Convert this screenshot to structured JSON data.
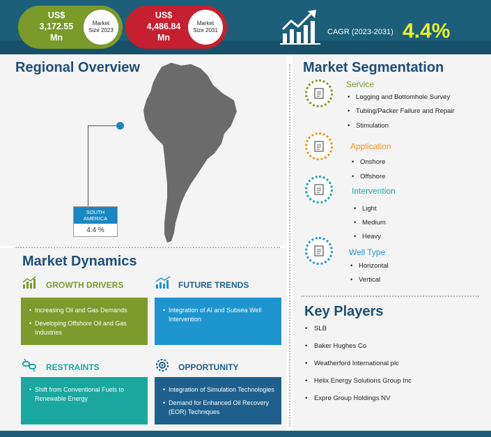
{
  "header": {
    "market_2023": {
      "value_line1": "US$",
      "value_line2": "3,172.55",
      "value_line3": "Mn",
      "label": "Market Size 2023",
      "color": "#7a9a2a"
    },
    "market_2031": {
      "value_line1": "US$",
      "value_line2": "4,486.84",
      "value_line3": "Mn",
      "label": "Market Size 2031",
      "color": "#c4202f"
    },
    "cagr_label": "CAGR (2023-2031)",
    "cagr_value": "4.4%",
    "cagr_icon": "growth-chart-icon"
  },
  "regional": {
    "title": "Regional Overview",
    "region_name": "SOUTH AMERICA",
    "region_value": "4.4 %",
    "map_icon": "south-america-map"
  },
  "dynamics": {
    "title": "Market Dynamics",
    "growth_drivers": {
      "title": "GROWTH DRIVERS",
      "icon": "bar-chart-icon",
      "items": [
        "Increasing Oil and Gas Demands",
        "Developing Offshore Oil and Gas Industries"
      ]
    },
    "future_trends": {
      "title": "FUTURE TRENDS",
      "icon": "trend-chart-icon",
      "items": [
        "Integration of AI and Subsea Well Intervention"
      ]
    },
    "restraints": {
      "title": "RESTRAINTS",
      "icon": "broken-link-icon",
      "items": [
        "Shift from Conventional Fuels to Renewable Energy"
      ]
    },
    "opportunity": {
      "title": "OPPORTUNITY",
      "icon": "target-gear-icon",
      "items": [
        "Integration of Simulation Technologies",
        "Demand for Enhanced Oil Recovery (EOR) Techniques"
      ]
    }
  },
  "segmentation": {
    "title": "Market Segmentation",
    "groups": [
      {
        "title": "Service",
        "color": "#7d9a2c",
        "items": [
          "Logging and Bottomhole Survey",
          "Tubing/Packer Failure and Repair",
          "Stimulation"
        ]
      },
      {
        "title": "Application",
        "color": "#f0931e",
        "items": [
          "Onshore",
          "Offshore"
        ]
      },
      {
        "title": "Intervention",
        "color": "#1aa7a0",
        "items": [
          "Light",
          "Medium",
          "Heavy"
        ]
      },
      {
        "title": "Well Type",
        "color": "#1f95d0",
        "items": [
          "Horizontal",
          "Vertical"
        ]
      }
    ]
  },
  "key_players": {
    "title": "Key Players",
    "items": [
      "SLB",
      "Baker Hughes Co",
      "Weatherford International plc",
      "Helix Energy Solutions Group Inc",
      "Expro Group Holdings NV"
    ]
  }
}
